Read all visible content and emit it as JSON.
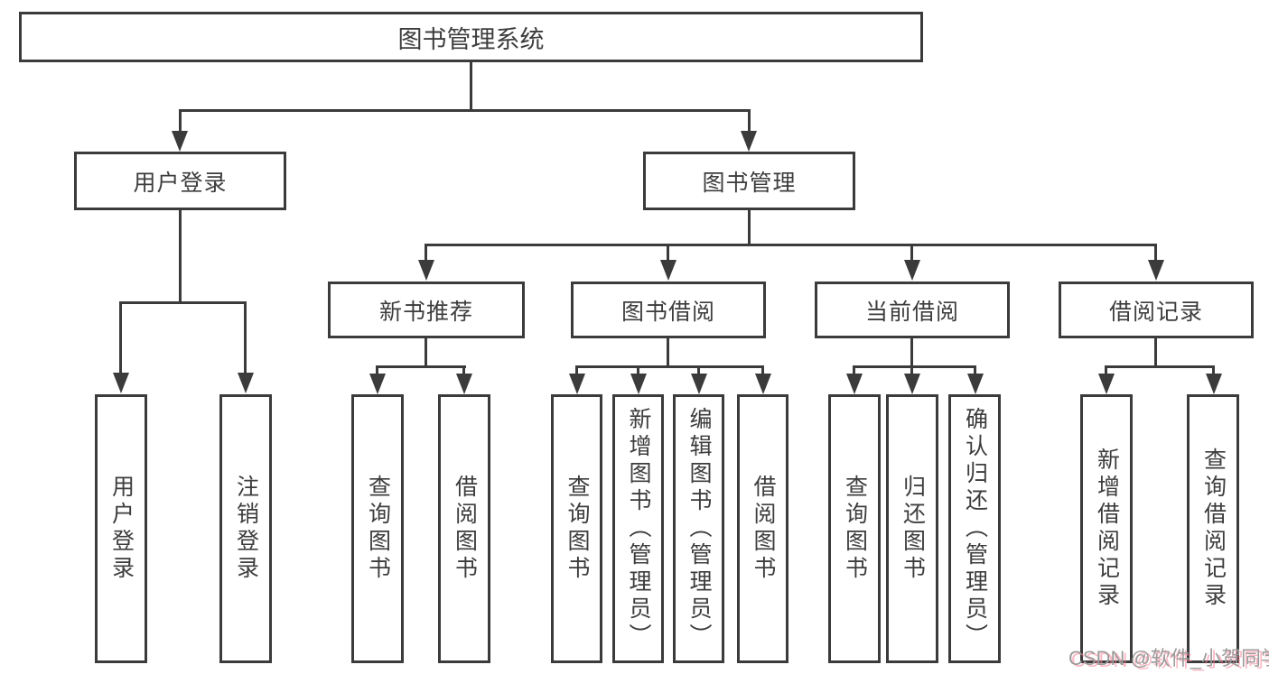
{
  "diagram": {
    "title": "图书管理系统",
    "watermark": "CSDN @软件_小贺同学",
    "colors": {
      "line": "#3b3b3b",
      "box_border": "#3b3b3b",
      "box_background": "#ffffff",
      "text": "#3d3d3d",
      "watermark_gray": "#9b9b9b",
      "watermark_pink": "#fa8096"
    },
    "nodes": {
      "root": {
        "label": "图书管理系统"
      },
      "level2": [
        {
          "label": "用户登录"
        },
        {
          "label": "图书管理"
        }
      ],
      "level3": [
        {
          "label": "新书推荐"
        },
        {
          "label": "图书借阅"
        },
        {
          "label": "当前借阅"
        },
        {
          "label": "借阅记录"
        }
      ],
      "leaves": [
        {
          "label": "用户登录"
        },
        {
          "label": "注销登录"
        },
        {
          "label": "查询图书"
        },
        {
          "label": "借阅图书"
        },
        {
          "label": "查询图书"
        },
        {
          "label": "新增图书（管理员）"
        },
        {
          "label": "编辑图书（管理员）"
        },
        {
          "label": "借阅图书"
        },
        {
          "label": "查询图书"
        },
        {
          "label": "归还图书"
        },
        {
          "label": "确认归还（管理员）"
        },
        {
          "label": "新增借阅记录"
        },
        {
          "label": "查询借阅记录"
        }
      ]
    }
  }
}
